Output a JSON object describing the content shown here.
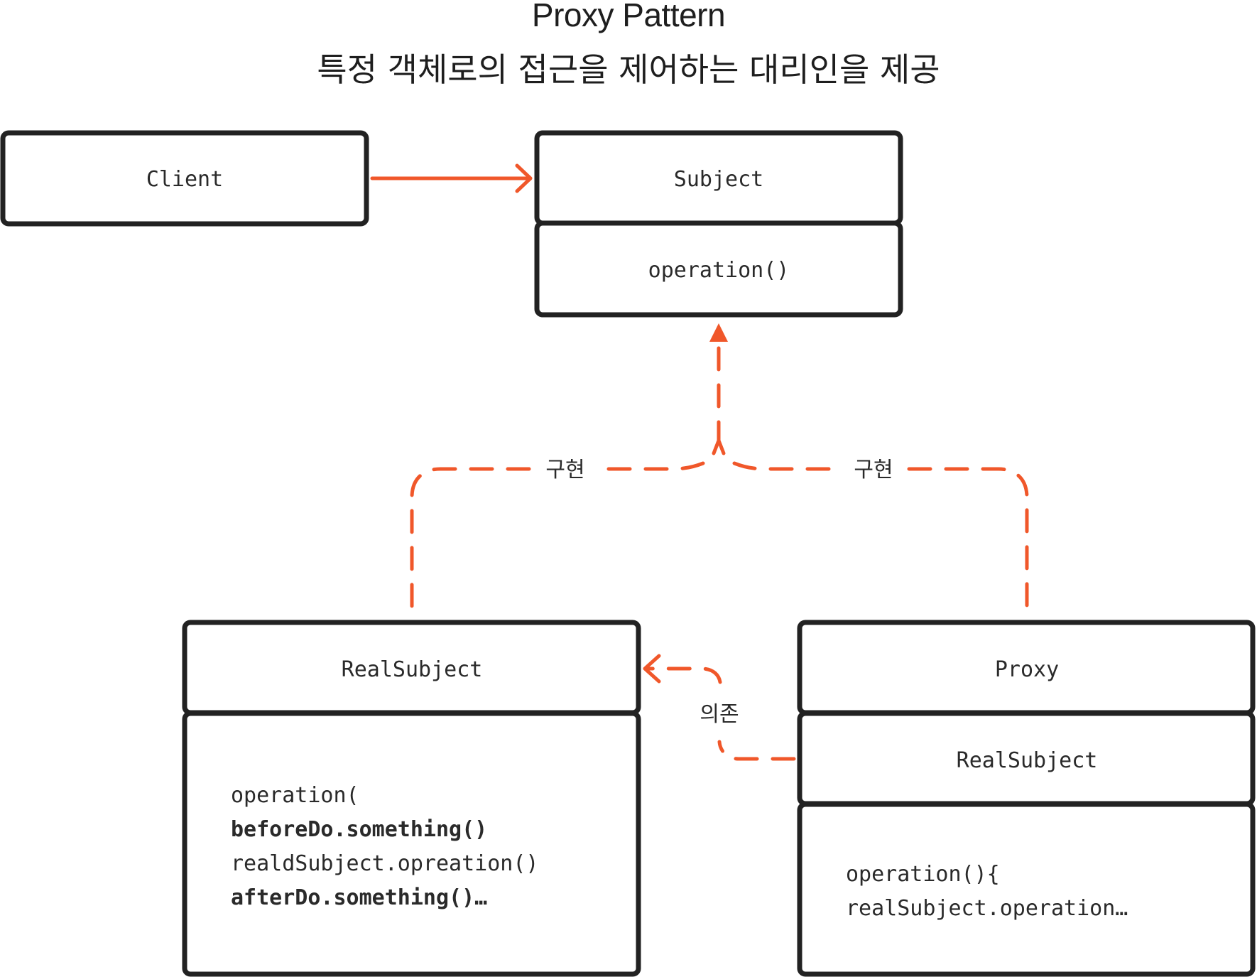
{
  "header": {
    "title": "Proxy Pattern",
    "subtitle": "특정 객체로의 접근을 제어하는 대리인을 제공"
  },
  "colors": {
    "accent": "#f0572a",
    "box_stroke": "#222222",
    "text": "#2a2a2a"
  },
  "classes": {
    "client": {
      "name": "Client"
    },
    "subject": {
      "name": "Subject",
      "method": "operation()"
    },
    "real_subject": {
      "name": "RealSubject",
      "body_lines": [
        {
          "text": "operation(",
          "bold": false
        },
        {
          "text": "beforeDo.something()",
          "bold": true
        },
        {
          "text": "realdSubject.opreation()",
          "bold": false
        },
        {
          "text": "afterDo.something()…",
          "bold": true
        }
      ]
    },
    "proxy": {
      "name": "Proxy",
      "field": "RealSubject",
      "body_lines": [
        {
          "text": "operation(){",
          "bold": false
        },
        {
          "text": "realSubject.operation…",
          "bold": false
        }
      ]
    }
  },
  "relations": {
    "implements_left": "구현",
    "implements_right": "구현",
    "depends": "의존"
  }
}
